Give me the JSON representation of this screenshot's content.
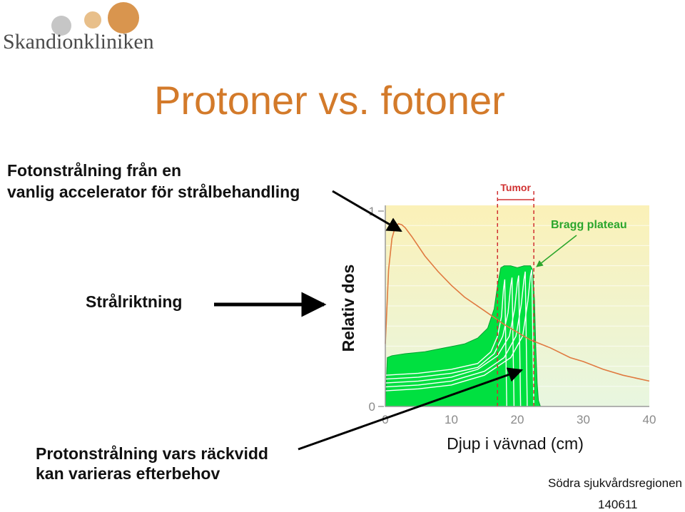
{
  "logo": {
    "text": "Skandionkliniken",
    "colors": [
      "#c6c6c6",
      "#e8bf8a",
      "#d9954e"
    ]
  },
  "title": "Protoner vs. fotoner",
  "photon_text": [
    "Fotonstrålning från en",
    "vanlig accelerator för strålbehandling"
  ],
  "direction_text": "Strålriktning",
  "proton_text": [
    "Protonstrålning vars räckvidd",
    "kan varieras efterbehov"
  ],
  "footer": {
    "region": "Södra sjukvårdsregionen",
    "date": "140611"
  },
  "colors": {
    "title": "#d37a2a",
    "photon_curve": "#e07a40",
    "proton_fill": "#00e040",
    "proton_curves": "#ffffff",
    "bg_top": "#fbf1b8",
    "bg_bottom": "#e8f6e0",
    "tumor_lines": "#d03030",
    "annotation": "#2ca62c"
  },
  "chart_data": {
    "type": "line",
    "xlabel": "Djup i vävnad (cm)",
    "ylabel": "Relativ dos",
    "xlim": [
      0,
      40
    ],
    "ylim": [
      0,
      1
    ],
    "x_ticks": [
      0,
      10,
      20,
      30,
      40
    ],
    "y_ticks": [
      0,
      1
    ],
    "tumor": {
      "label": "Tumor",
      "range": [
        17,
        22.5
      ]
    },
    "annotation": "Bragg plateau",
    "series": [
      {
        "kind": "photon",
        "x": [
          0,
          0.5,
          1,
          1.5,
          2,
          2.5,
          3,
          4,
          5,
          6,
          8,
          10,
          12,
          15,
          18,
          20,
          22,
          25,
          28,
          30,
          33,
          36,
          40
        ],
        "y": [
          0.32,
          0.7,
          0.86,
          0.92,
          0.935,
          0.93,
          0.915,
          0.87,
          0.82,
          0.77,
          0.69,
          0.62,
          0.56,
          0.49,
          0.42,
          0.38,
          0.34,
          0.3,
          0.25,
          0.23,
          0.19,
          0.16,
          0.13
        ]
      },
      {
        "kind": "proton_sobp",
        "x": [
          0,
          0.3,
          1,
          3,
          6,
          9,
          12,
          14,
          15.5,
          16.5,
          17,
          17.5,
          18,
          19,
          20,
          21,
          22,
          22.3,
          22.6,
          22.8,
          23,
          23.2,
          23.5
        ],
        "y": [
          0,
          0.25,
          0.26,
          0.27,
          0.28,
          0.3,
          0.32,
          0.35,
          0.4,
          0.5,
          0.62,
          0.71,
          0.72,
          0.72,
          0.71,
          0.72,
          0.72,
          0.7,
          0.55,
          0.3,
          0.12,
          0.03,
          0
        ]
      },
      {
        "kind": "proton_component",
        "x": [
          0,
          5,
          10,
          14,
          16,
          17,
          17.6,
          17.9,
          18.1,
          18.4
        ],
        "y": [
          0.16,
          0.17,
          0.19,
          0.22,
          0.28,
          0.36,
          0.46,
          0.6,
          0.65,
          0
        ]
      },
      {
        "kind": "proton_component",
        "x": [
          0,
          5,
          10,
          14,
          16.5,
          17.8,
          18.6,
          19,
          19.2,
          19.5
        ],
        "y": [
          0.14,
          0.15,
          0.17,
          0.2,
          0.27,
          0.36,
          0.48,
          0.62,
          0.66,
          0
        ]
      },
      {
        "kind": "proton_component",
        "x": [
          0,
          5,
          10,
          14,
          17,
          18.8,
          19.6,
          20,
          20.2,
          20.5
        ],
        "y": [
          0.12,
          0.13,
          0.15,
          0.19,
          0.26,
          0.36,
          0.5,
          0.63,
          0.67,
          0
        ]
      },
      {
        "kind": "proton_component",
        "x": [
          0,
          5,
          10,
          15,
          18,
          19.8,
          20.6,
          21,
          21.2,
          21.5
        ],
        "y": [
          0.1,
          0.11,
          0.13,
          0.18,
          0.25,
          0.36,
          0.52,
          0.65,
          0.69,
          0
        ]
      },
      {
        "kind": "proton_component",
        "x": [
          0,
          5,
          10,
          15,
          19,
          20.8,
          21.6,
          22,
          22.2,
          22.5
        ],
        "y": [
          0.08,
          0.09,
          0.11,
          0.16,
          0.25,
          0.36,
          0.54,
          0.67,
          0.7,
          0
        ]
      }
    ]
  }
}
